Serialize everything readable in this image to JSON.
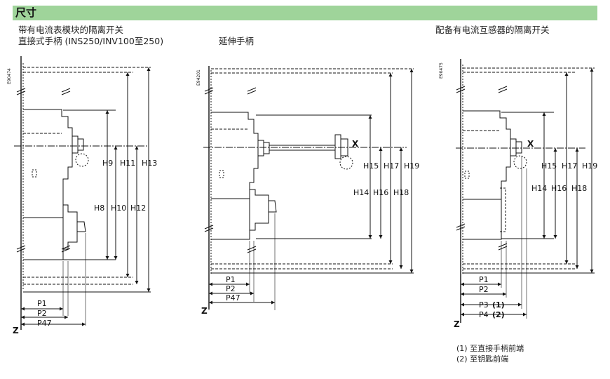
{
  "header": {
    "title": "尺寸"
  },
  "captions": {
    "left_line1": "带有电流表模块的隔离开关",
    "left_line2": "直接式手柄 (INS250/INV100至250)",
    "middle": "延伸手柄",
    "right": "配备有电流互感器的隔离开关"
  },
  "drawings": {
    "left": {
      "code": "E90474",
      "z": "Z",
      "h_labels": [
        "H9",
        "H11",
        "H13",
        "H8",
        "H10",
        "H12"
      ],
      "p_labels": [
        "P1",
        "P2",
        "P47"
      ]
    },
    "middle": {
      "code": "E94201",
      "z": "Z",
      "x": "X",
      "h_labels": [
        "H15",
        "H17",
        "H19",
        "H14",
        "H16",
        "H18"
      ],
      "p_labels": [
        "P1",
        "P2",
        "P47"
      ]
    },
    "right": {
      "code": "E90475",
      "z": "Z",
      "x": "X",
      "h_labels": [
        "H15",
        "H17",
        "H19",
        "H14",
        "H16",
        "H18"
      ],
      "p_labels": [
        "P1",
        "P2",
        "P3",
        "(1)",
        "P4",
        "(2)"
      ]
    }
  },
  "notes": [
    "(1) 至直接手柄前端",
    "(2) 至钥匙前端"
  ]
}
